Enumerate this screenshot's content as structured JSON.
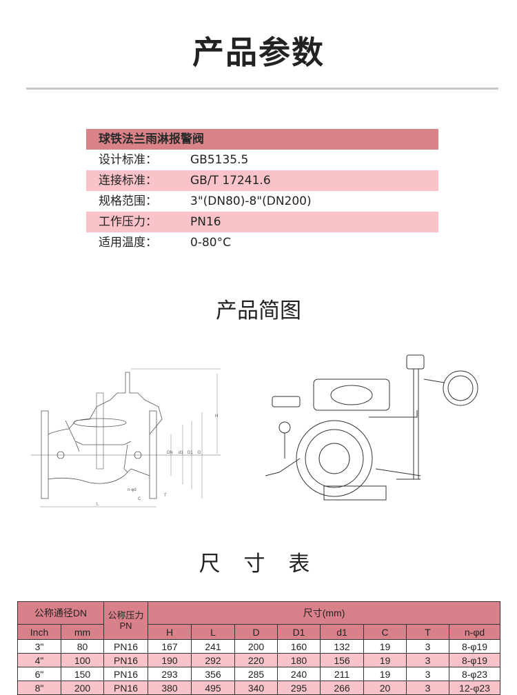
{
  "title": "产品参数",
  "specs": {
    "product_name": "球铁法兰雨淋报警阀",
    "rows": [
      {
        "label": "设计标准：",
        "value": "GB5135.5"
      },
      {
        "label": "连接标准：",
        "value": "GB/T 17241.6"
      },
      {
        "label": "规格范围：",
        "value": "3\"(DN80)-8\"(DN200)"
      },
      {
        "label": "工作压力：",
        "value": "PN16"
      },
      {
        "label": "适用温度：",
        "value": "0-80°C"
      }
    ]
  },
  "diagram_section_title": "产品简图",
  "diagram_labels": {
    "H": "H",
    "DN": "DN",
    "d1": "d1",
    "D1": "D1",
    "D": "D",
    "L": "L",
    "C": "C",
    "T": "T",
    "nd": "n-φd"
  },
  "table_section_title": "尺 寸 表",
  "table": {
    "group_dn": "公称通径DN",
    "group_pn": "公称压力PN",
    "group_size": "尺寸(mm)",
    "columns": [
      "Inch",
      "mm",
      "H",
      "L",
      "D",
      "D1",
      "d1",
      "C",
      "T",
      "n-φd"
    ],
    "rows": [
      [
        "3\"",
        "80",
        "PN16",
        "167",
        "241",
        "200",
        "160",
        "132",
        "19",
        "3",
        "8-φ19"
      ],
      [
        "4\"",
        "100",
        "PN16",
        "190",
        "292",
        "220",
        "180",
        "156",
        "19",
        "3",
        "8-φ19"
      ],
      [
        "6\"",
        "150",
        "PN16",
        "293",
        "356",
        "285",
        "240",
        "211",
        "19",
        "3",
        "8-φ23"
      ],
      [
        "8\"",
        "200",
        "PN16",
        "380",
        "495",
        "340",
        "295",
        "266",
        "20",
        "3",
        "12-φ23"
      ]
    ]
  },
  "colors": {
    "header_pink": "#d98388",
    "row_pink": "#fac3ca",
    "rule_gray": "#c8c8c8"
  }
}
